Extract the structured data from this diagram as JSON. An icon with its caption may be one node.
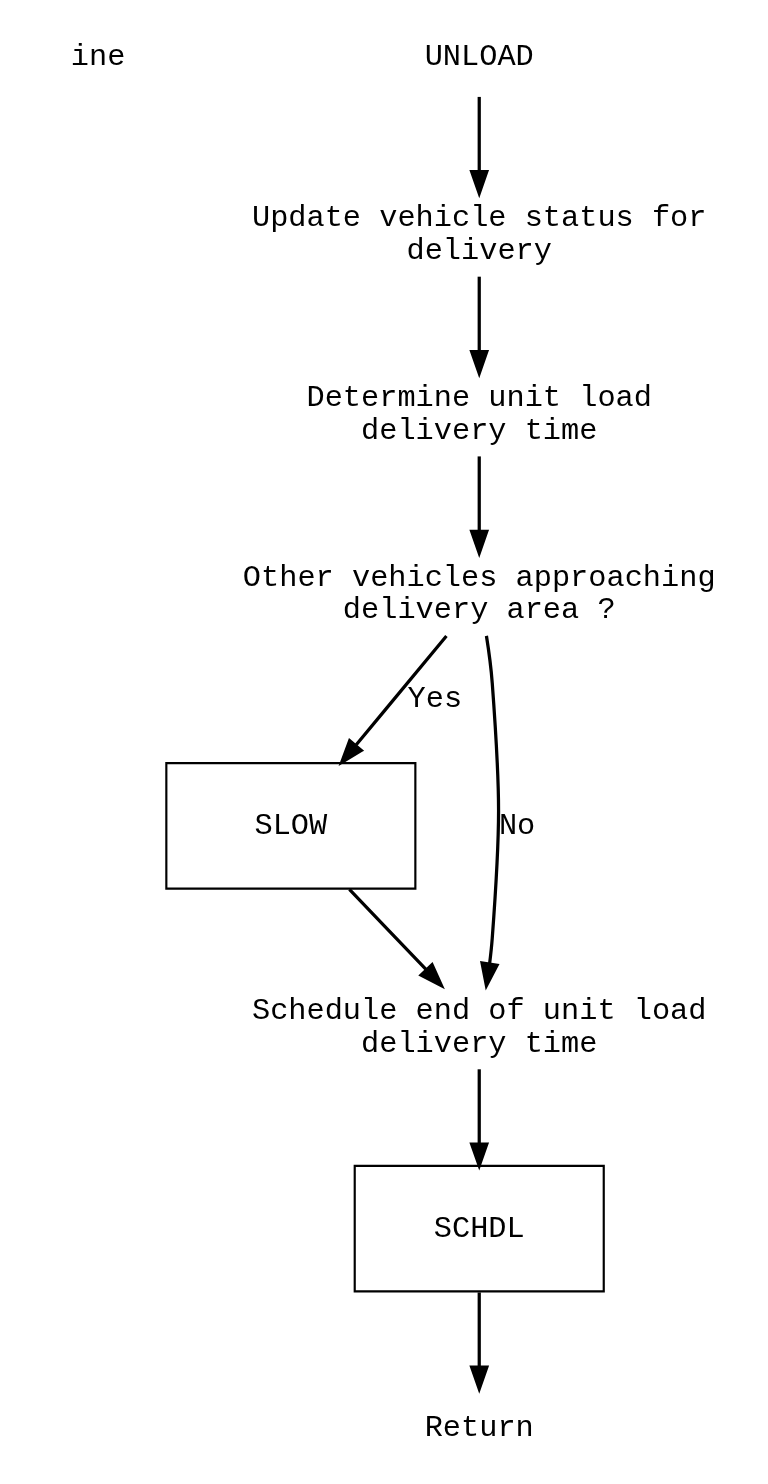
{
  "diagram": {
    "nodes": [
      {
        "text": [
          "UNLOAD"
        ]
      },
      {
        "text": [
          "Update vehicle status for delivery"
        ]
      },
      {
        "text": [
          "Determine unit load delivery time"
        ]
      },
      {
        "text": [
          "Other vehicles approaching delivery area ?"
        ]
      },
      {
        "text": [
          "SLOW"
        ]
      },
      {
        "text": [
          "Schedule end of unit load delivery time"
        ]
      },
      {
        "text": [
          "SCHDL"
        ]
      },
      {
        "text": [
          "Return"
        ]
      }
    ],
    "edges": [
      {
        "from": 0,
        "to": 1,
        "arrow": "to"
      },
      {
        "from": 1,
        "to": 2,
        "arrow": "to"
      },
      {
        "from": 2,
        "to": 3,
        "arrow": "to"
      },
      {
        "from": 3,
        "to": 4,
        "arrow": "to",
        "label": "Yes"
      },
      {
        "from": 3,
        "to": 5,
        "arrow": "to",
        "label": "No"
      },
      {
        "from": 4,
        "to": 5,
        "arrow": "to"
      },
      {
        "from": 5,
        "to": 6,
        "arrow": "to"
      },
      {
        "from": 6,
        "to": 7,
        "arrow": "to"
      }
    ],
    "labels": [
      "ine"
    ]
  }
}
